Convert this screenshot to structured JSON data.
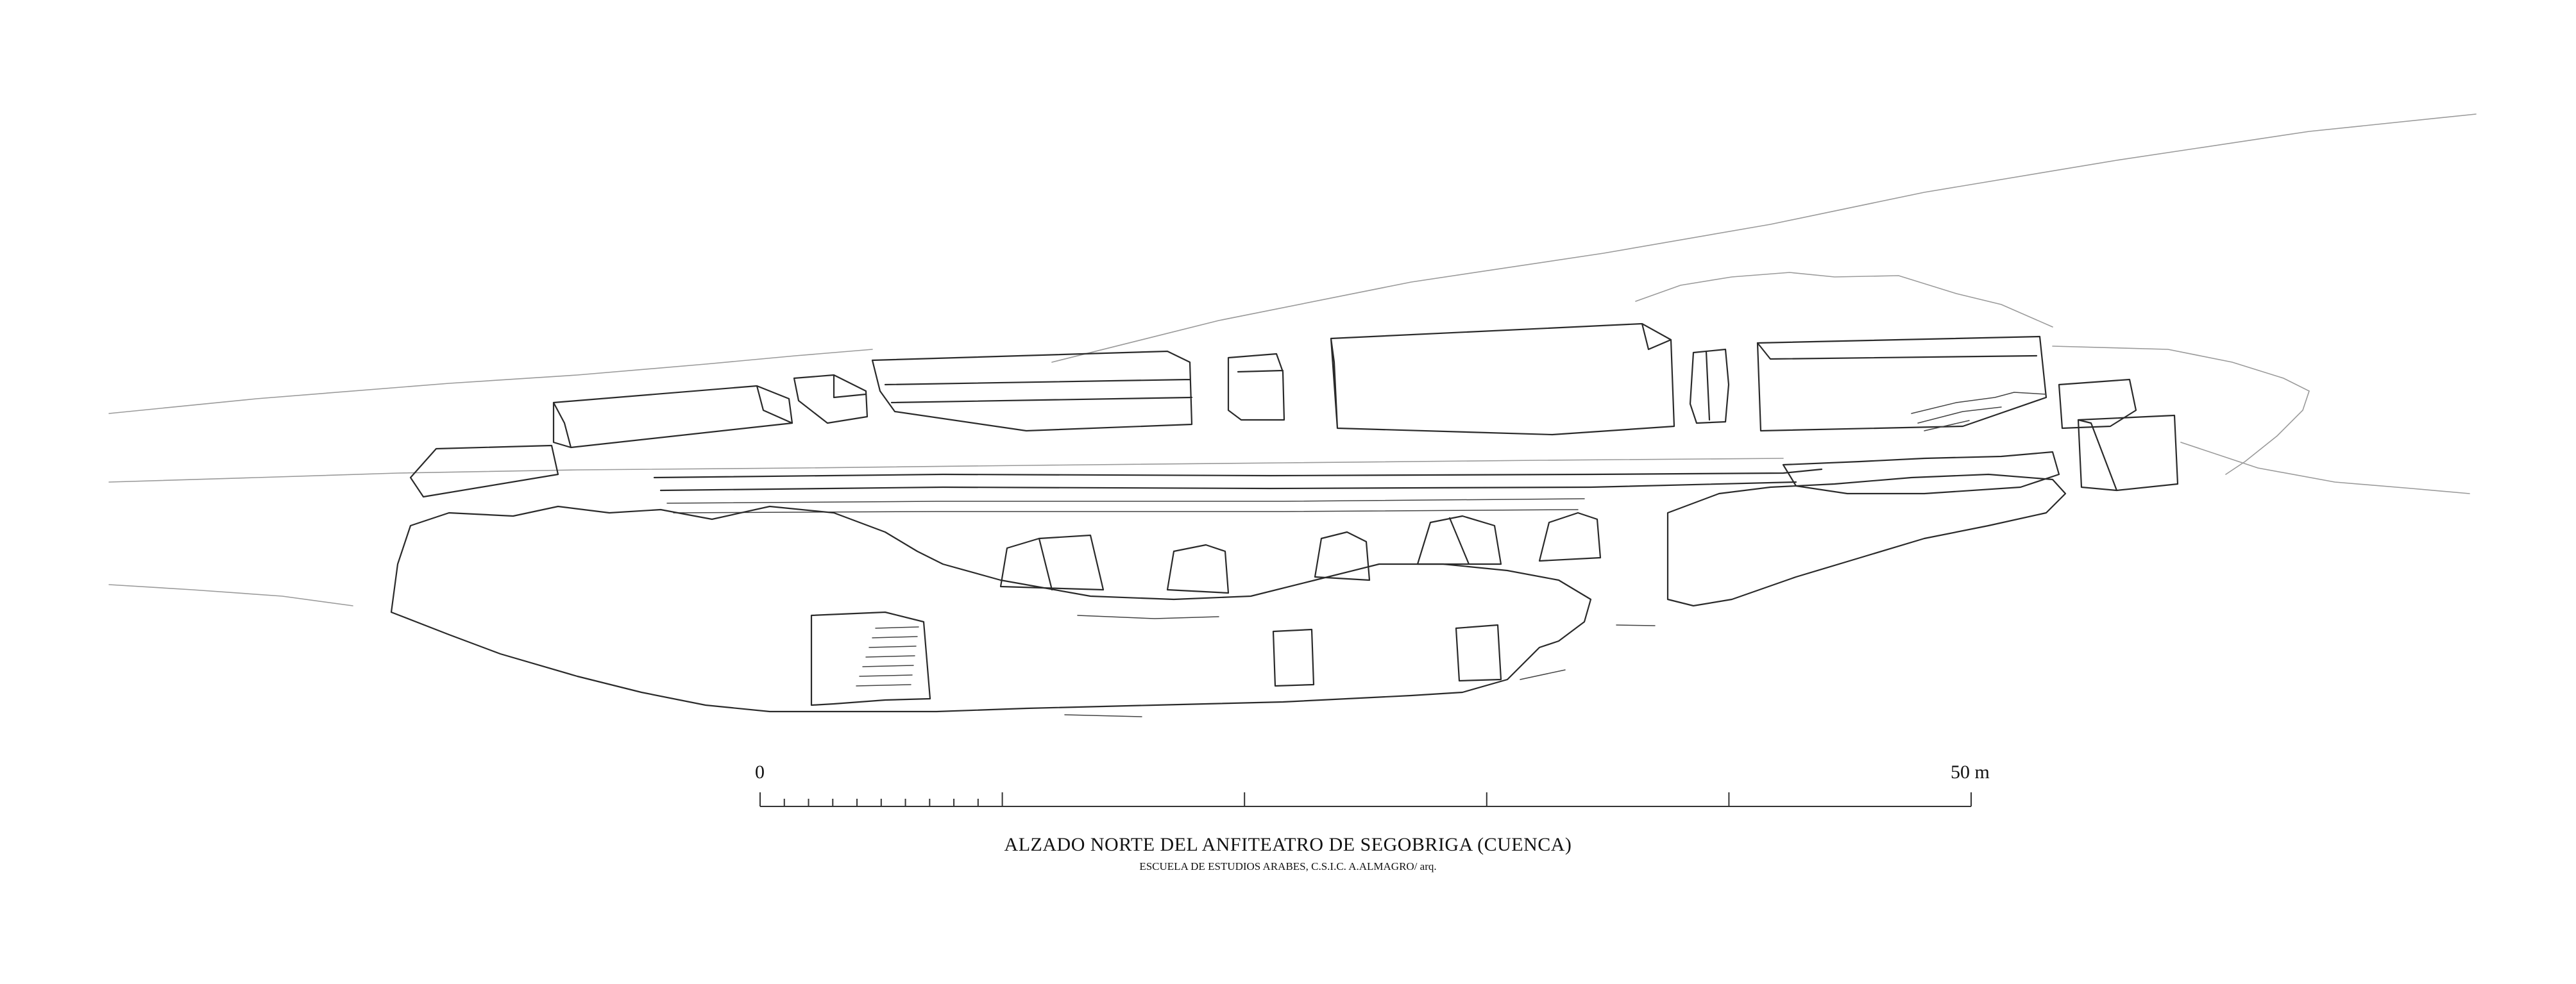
{
  "scale_bar": {
    "start_label": "0",
    "end_label": "50 m",
    "start_value_m": 0,
    "end_value_m": 50,
    "major_tick_every_m": 10,
    "minor_tick_every_m": 1,
    "minor_ticks_range_m": [
      0,
      10
    ]
  },
  "caption": {
    "title": "ALZADO NORTE DEL ANFITEATRO  DE SEGOBRIGA (CUENCA)",
    "credit": "ESCUELA DE ESTUDIOS ARABES, C.S.I.C. A.ALMAGRO/ arq."
  }
}
